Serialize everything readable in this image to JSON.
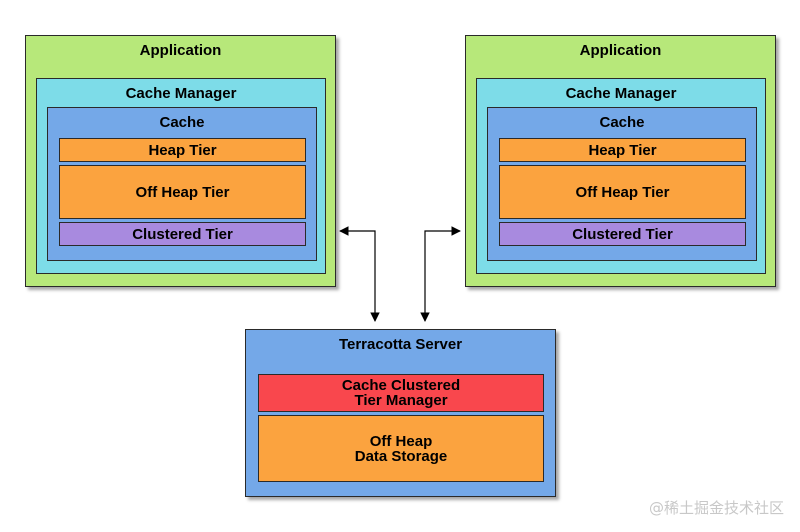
{
  "clients": [
    {
      "application_label": "Application",
      "cache_manager_label": "Cache Manager",
      "cache_label": "Cache",
      "tiers": [
        "Heap Tier",
        "Off Heap Tier",
        "Clustered Tier"
      ]
    },
    {
      "application_label": "Application",
      "cache_manager_label": "Cache Manager",
      "cache_label": "Cache",
      "tiers": [
        "Heap Tier",
        "Off Heap Tier",
        "Clustered Tier"
      ]
    }
  ],
  "server": {
    "label": "Terracotta Server",
    "tier_manager_lines": [
      "Cache Clustered",
      "Tier Manager"
    ],
    "storage_lines": [
      "Off Heap",
      "Data Storage"
    ]
  },
  "watermark": "@稀土掘金技术社区",
  "colors": {
    "application": "#b7e87a",
    "cache_manager": "#7ddce8",
    "cache": "#74a8e8",
    "heap_tier": "#fba33f",
    "clustered_tier": "#a88adf",
    "tier_manager": "#f9474d"
  }
}
